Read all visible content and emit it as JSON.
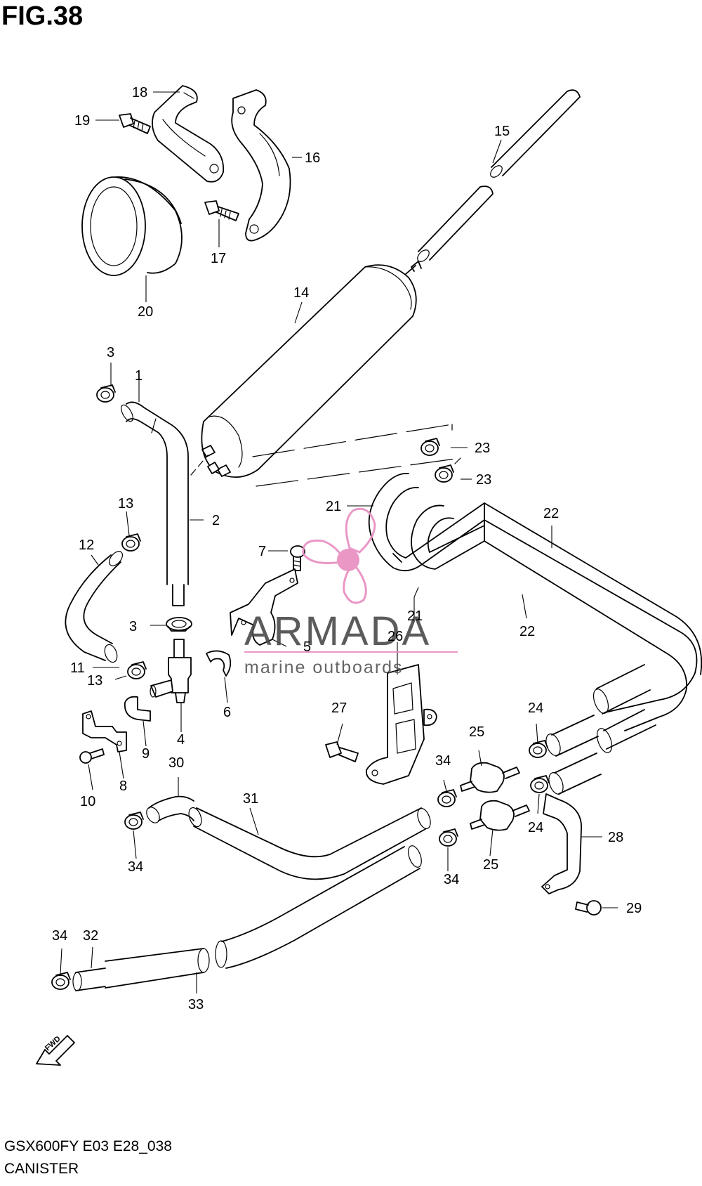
{
  "figure": {
    "title": "FIG.38"
  },
  "footer": {
    "model": "GSX600FY E03 E28_038",
    "section": "CANISTER"
  },
  "watermark": {
    "brand": "ARMADA",
    "tagline": "marine outboards",
    "accent_color": "#e88cc0"
  },
  "fwd_marker": {
    "text": "FWD"
  },
  "callouts": [
    {
      "id": "c18",
      "text": "18"
    },
    {
      "id": "c19",
      "text": "19"
    },
    {
      "id": "c16",
      "text": "16"
    },
    {
      "id": "c15",
      "text": "15"
    },
    {
      "id": "c17",
      "text": "17"
    },
    {
      "id": "c20",
      "text": "20"
    },
    {
      "id": "c14",
      "text": "14"
    },
    {
      "id": "c3a",
      "text": "3"
    },
    {
      "id": "c1",
      "text": "1"
    },
    {
      "id": "c23a",
      "text": "23"
    },
    {
      "id": "c23b",
      "text": "23"
    },
    {
      "id": "c13a",
      "text": "13"
    },
    {
      "id": "c2",
      "text": "2"
    },
    {
      "id": "c21a",
      "text": "21"
    },
    {
      "id": "c22a",
      "text": "22"
    },
    {
      "id": "c12",
      "text": "12"
    },
    {
      "id": "c7",
      "text": "7"
    },
    {
      "id": "c3b",
      "text": "3"
    },
    {
      "id": "c21b",
      "text": "21"
    },
    {
      "id": "c22b",
      "text": "22"
    },
    {
      "id": "c26",
      "text": "26"
    },
    {
      "id": "c5",
      "text": "5"
    },
    {
      "id": "c11",
      "text": "11"
    },
    {
      "id": "c13b",
      "text": "13"
    },
    {
      "id": "c6",
      "text": "6"
    },
    {
      "id": "c27",
      "text": "27"
    },
    {
      "id": "c24a",
      "text": "24"
    },
    {
      "id": "c25a",
      "text": "25"
    },
    {
      "id": "c4",
      "text": "4"
    },
    {
      "id": "c9",
      "text": "9"
    },
    {
      "id": "c34a",
      "text": "34"
    },
    {
      "id": "c30",
      "text": "30"
    },
    {
      "id": "c8",
      "text": "8"
    },
    {
      "id": "c10",
      "text": "10"
    },
    {
      "id": "c31",
      "text": "31"
    },
    {
      "id": "c24b",
      "text": "24"
    },
    {
      "id": "c28",
      "text": "28"
    },
    {
      "id": "c34b",
      "text": "34"
    },
    {
      "id": "c25b",
      "text": "25"
    },
    {
      "id": "c34c",
      "text": "34"
    },
    {
      "id": "c29",
      "text": "29"
    },
    {
      "id": "c34d",
      "text": "34"
    },
    {
      "id": "c32",
      "text": "32"
    },
    {
      "id": "c33",
      "text": "33"
    }
  ]
}
